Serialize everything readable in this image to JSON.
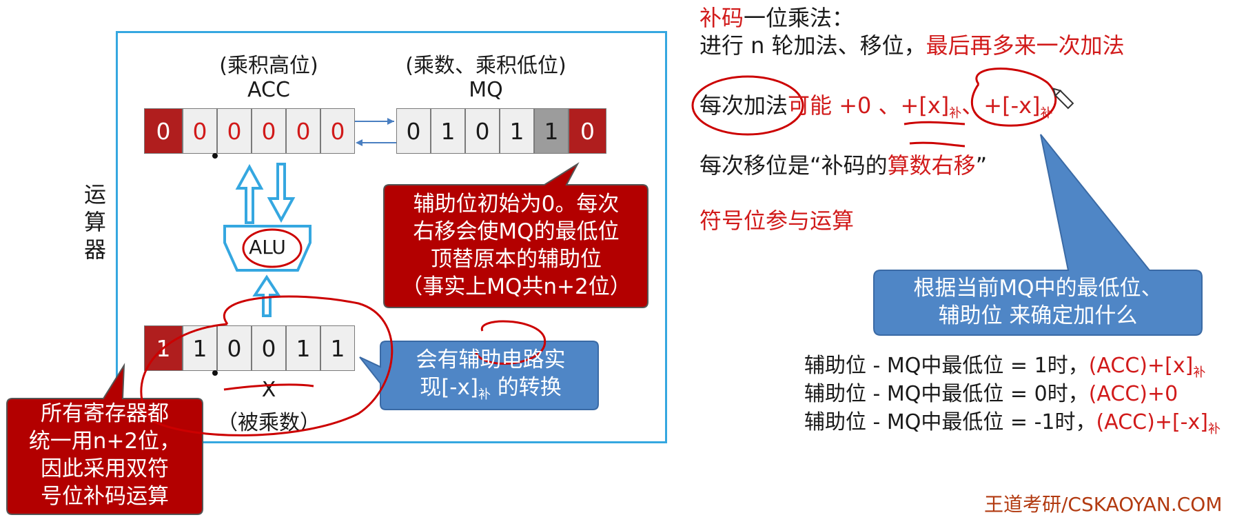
{
  "cpu": {
    "side_label": "运\n算\n器",
    "acc_caption": "(乘积高位)",
    "acc_name": "ACC",
    "mq_caption": "(乘数、乘积低位)",
    "mq_name": "MQ",
    "acc_sign": "0",
    "acc_bits": [
      "0",
      "0",
      "0",
      "0",
      "0"
    ],
    "mq_bits": [
      "0",
      "1",
      "0",
      "1",
      "1"
    ],
    "mq_aux": "0",
    "alu": "ALU",
    "x_sign": "1",
    "x_bits": [
      "1",
      "0",
      "0",
      "1",
      "1"
    ],
    "x_name": "X",
    "x_caption": "（被乘数）",
    "callout_aux": "辅助位初始为0。每次\n右移会使MQ的最低位\n顶替原本的辅助位\n（事实上MQ共n+2位）",
    "callout_conv_1": "会有辅助电路实",
    "callout_conv_2": "现[-x]",
    "callout_conv_sub": "补",
    "callout_conv_3": " 的转换",
    "callout_regs": "所有寄存器都\n统一用n+2位，\n因此采用双符\n号位补码运算"
  },
  "notes": {
    "title_red": "补码",
    "title_rest": "一位乘法：",
    "line2_black": "进行 n 轮加法、移位，",
    "line2_red": "最后再多来一次加法",
    "line3_black": "每次加法",
    "line3_red_a": "可能 +0 、+[x]",
    "line3_sub": "补",
    "line3_red_b": "、+[-x]",
    "line4_black_a": "每次移位是“补码的",
    "line4_red": "算数右移",
    "line4_black_b": "”",
    "line5_red": "符号位参与运算",
    "callout_blue": "根据当前MQ中的最低位、\n辅助位 来确定加什么",
    "rules": [
      {
        "cond": "辅助位 - MQ中最低位 = 1时，",
        "action": "(ACC)+[x]",
        "sub": "补"
      },
      {
        "cond": "辅助位 - MQ中最低位 = 0时，",
        "action": "(ACC)+0",
        "sub": ""
      },
      {
        "cond": "辅助位 - MQ中最低位 = -1时，",
        "action": "(ACC)+[-x]",
        "sub": "补"
      }
    ],
    "watermark": "王道考研/CSKAOYAN.COM"
  },
  "colors": {
    "frame": "#35a7e0",
    "sign": "#b01e1e",
    "red_text": "#d11a1a",
    "callout_red": "#b30000",
    "callout_blue": "#4f86c6",
    "annotation": "#cc0000"
  }
}
